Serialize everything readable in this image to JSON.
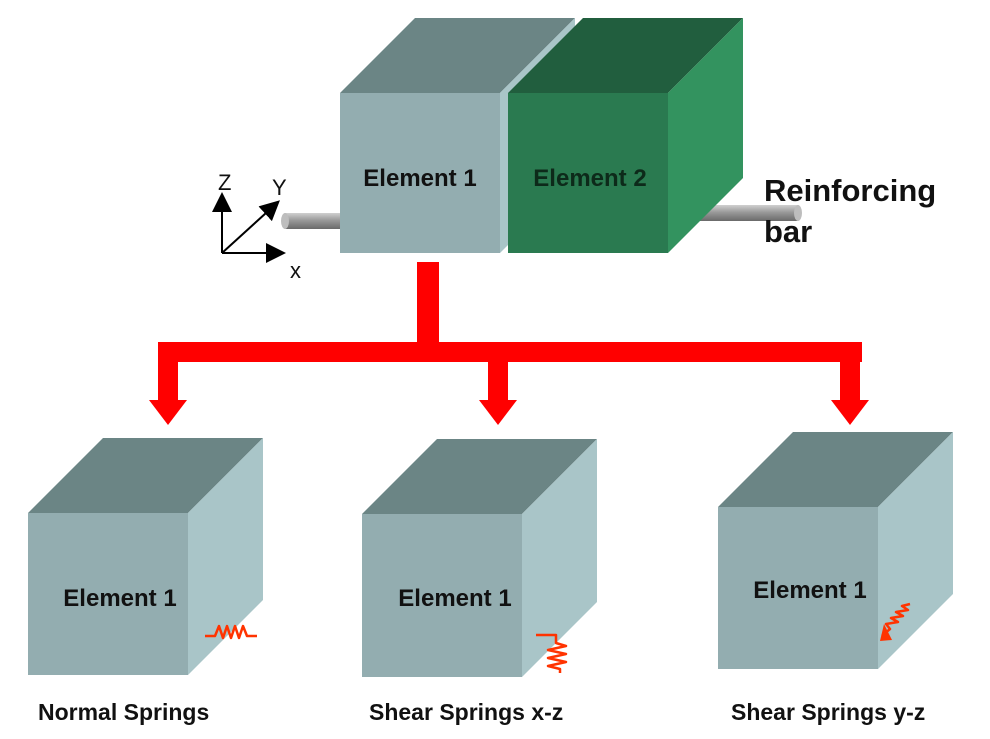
{
  "top": {
    "element1_label": "Element 1",
    "element2_label": "Element 2",
    "rebar_label_line1": "Reinforcing",
    "rebar_label_line2": "bar"
  },
  "axes": {
    "z": "Z",
    "y": "Y",
    "x": "x"
  },
  "cubes": [
    {
      "label": "Element 1",
      "caption": "Normal Springs",
      "spring": "normal"
    },
    {
      "label": "Element 1",
      "caption_main": "Shear Springs",
      "caption_dir": "x-z",
      "spring": "shear-xz"
    },
    {
      "label": "Element 1",
      "caption_main": "Shear Springs",
      "caption_dir": "y-z",
      "spring": "shear-yz"
    }
  ],
  "colors": {
    "element1_front": "#93adb0",
    "element1_top": "#6b8585",
    "element1_side": "#a9c5c8",
    "element2_front": "#2a7a50",
    "element2_top": "#215e3e",
    "element2_side": "#33935f",
    "arrow": "#ff0000",
    "spring": "#ff3300",
    "rebar": "#8a8a8a"
  }
}
